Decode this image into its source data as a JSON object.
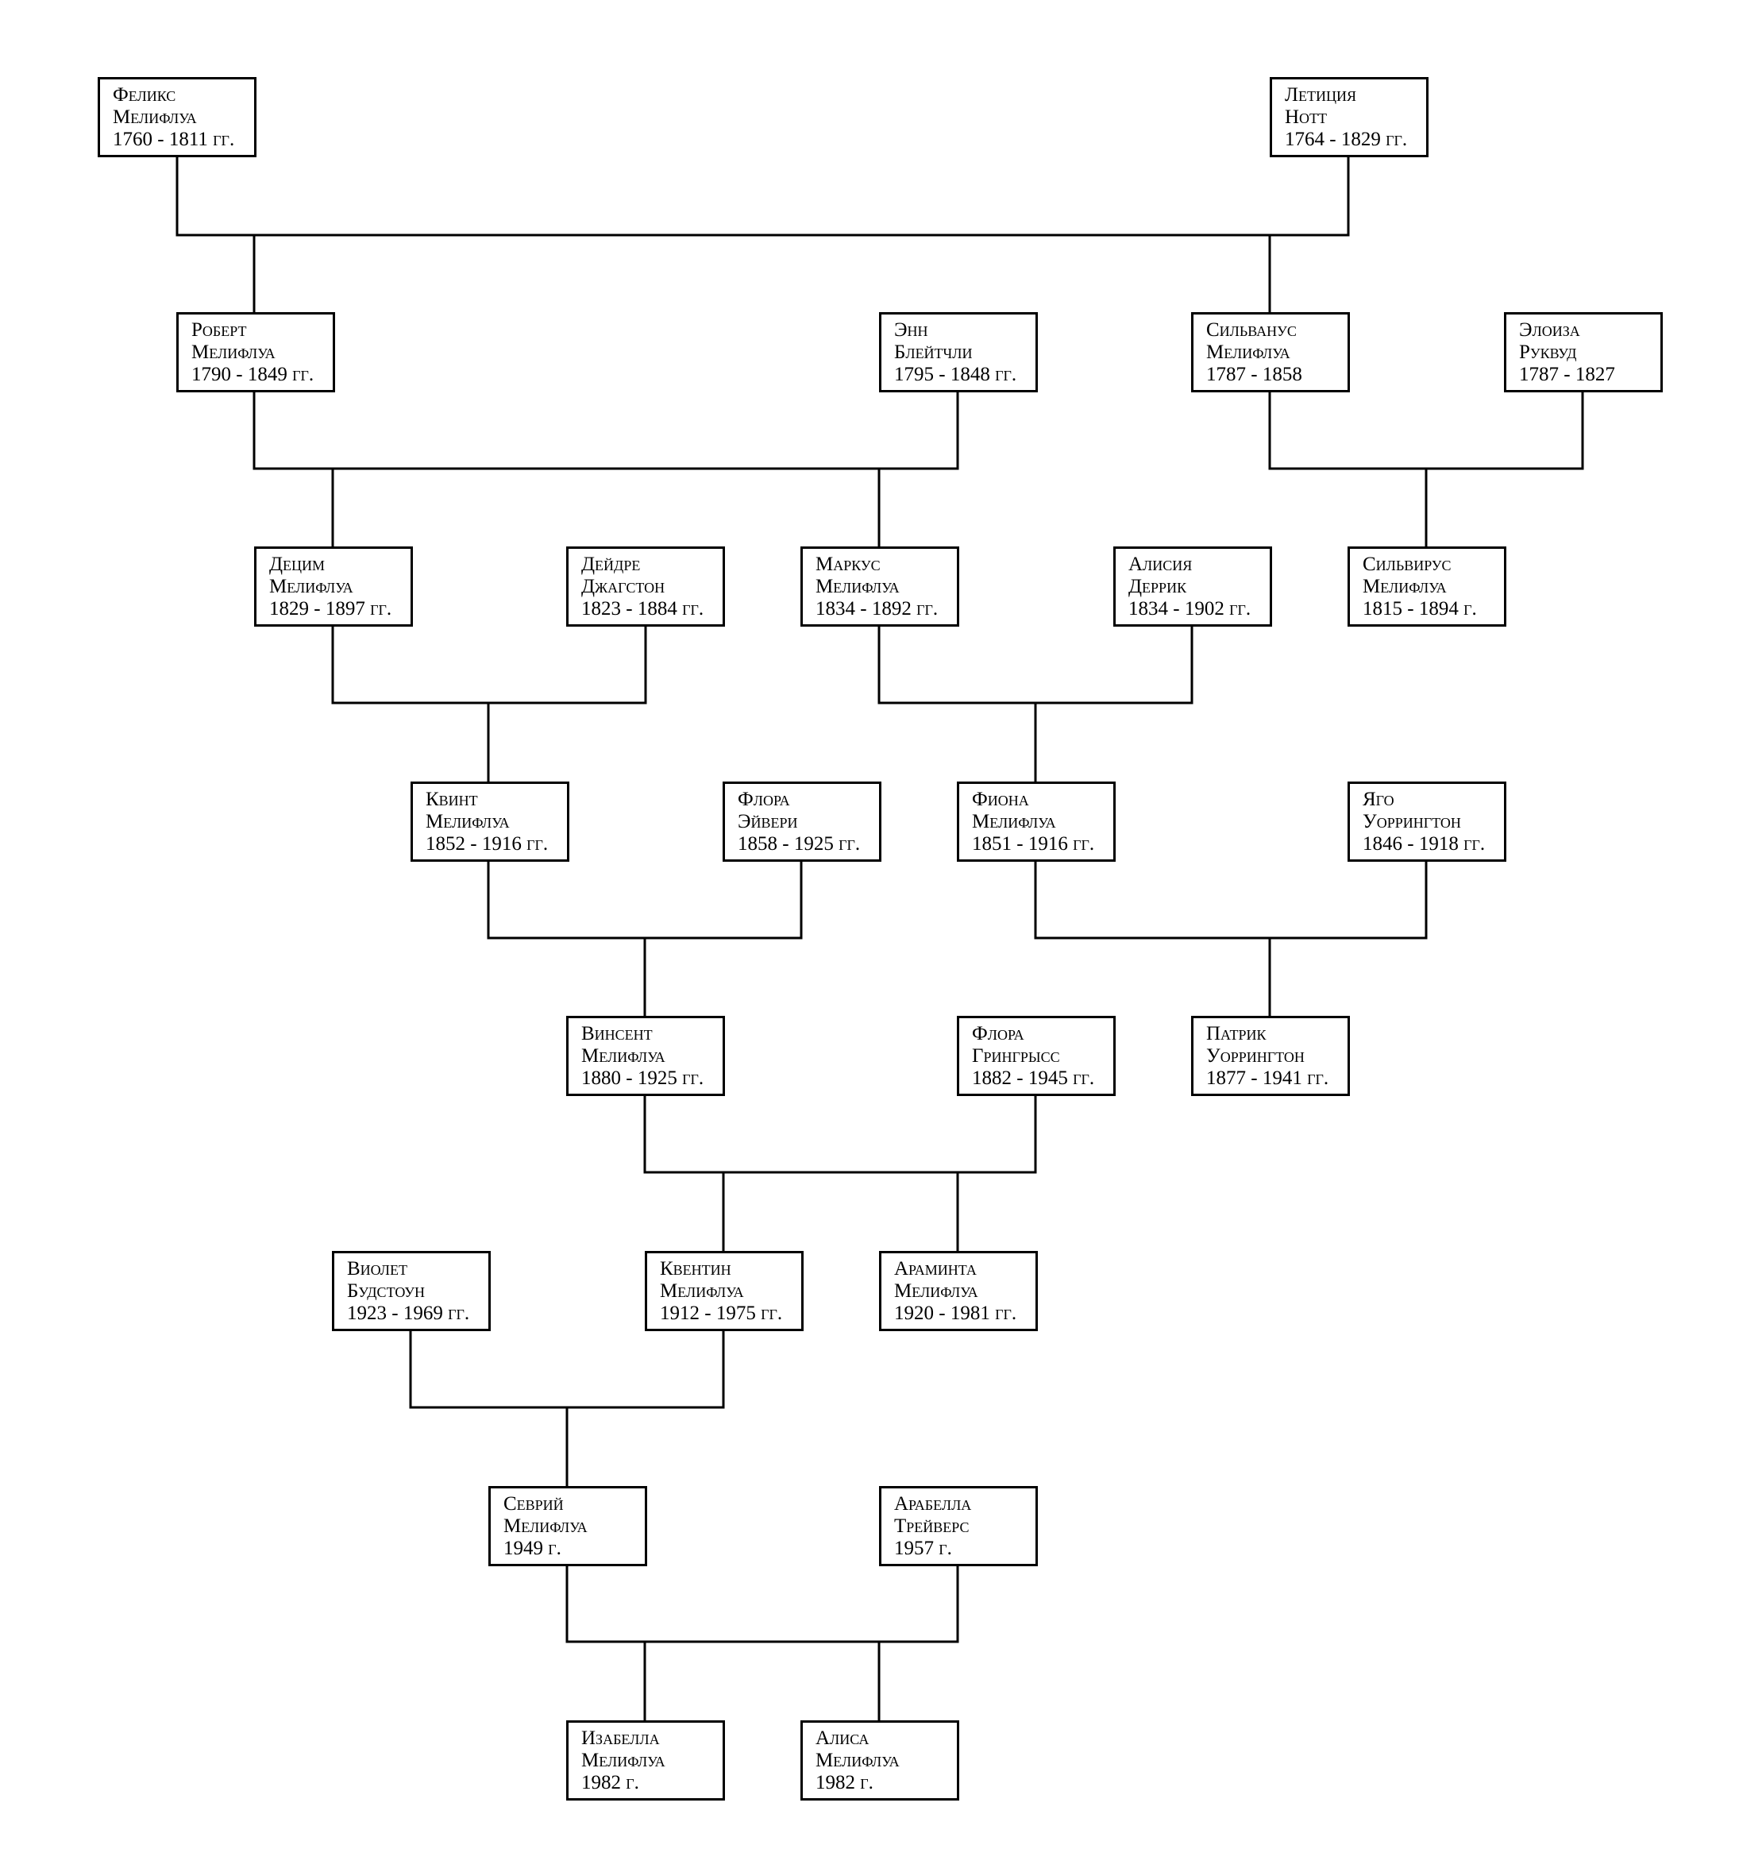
{
  "people": {
    "felix": {
      "first": "Феликс",
      "last": "Мелифлуа",
      "years": "1760 - 1811 гг."
    },
    "leticia": {
      "first": "Летиция",
      "last": "Нотт",
      "years": "1764 - 1829 гг."
    },
    "robert": {
      "first": "Роберт",
      "last": "Мелифлуа",
      "years": "1790 - 1849 гг."
    },
    "ann": {
      "first": "Энн",
      "last": "Блейтчли",
      "years": "1795 - 1848 гг."
    },
    "silvanus": {
      "first": "Сильванус",
      "last": "Мелифлуа",
      "years": "1787 - 1858"
    },
    "eloise": {
      "first": "Элоиза",
      "last": "Руквуд",
      "years": "1787 - 1827"
    },
    "decim": {
      "first": "Децим",
      "last": "Мелифлуа",
      "years": "1829 - 1897 гг."
    },
    "deidre": {
      "first": "Дейдре",
      "last": "Джагстон",
      "years": "1823 - 1884 гг."
    },
    "marcus": {
      "first": "Маркус",
      "last": "Мелифлуа",
      "years": "1834 - 1892 гг."
    },
    "alicia": {
      "first": "Алисия",
      "last": "Деррик",
      "years": "1834 - 1902 гг."
    },
    "silvirus": {
      "first": "Сильвирус",
      "last": "Мелифлуа",
      "years": "1815 - 1894 г."
    },
    "quint": {
      "first": "Квинт",
      "last": "Мелифлуа",
      "years": "1852 - 1916 гг."
    },
    "flora_a": {
      "first": "Флора",
      "last": "Эйвери",
      "years": "1858 - 1925 гг."
    },
    "fiona": {
      "first": "Фиона",
      "last": "Мелифлуа",
      "years": "1851 - 1916 гг."
    },
    "iago": {
      "first": "Яго",
      "last": "Уоррингтон",
      "years": "1846 - 1918 гг."
    },
    "vincent": {
      "first": "Винсент",
      "last": "Мелифлуа",
      "years": "1880 - 1925 гг."
    },
    "flora_g": {
      "first": "Флора",
      "last": "Грингрысс",
      "years": "1882 - 1945 гг."
    },
    "patrick": {
      "first": "Патрик",
      "last": "Уоррингтон",
      "years": "1877 - 1941 гг."
    },
    "violet": {
      "first": "Виолет",
      "last": "Будстоун",
      "years": "1923 - 1969 гг."
    },
    "quentin": {
      "first": "Квентин",
      "last": "Мелифлуа",
      "years": "1912 - 1975 гг."
    },
    "araminta": {
      "first": "Араминта",
      "last": "Мелифлуа",
      "years": "1920 - 1981 гг."
    },
    "sevry": {
      "first": "Севрий",
      "last": "Мелифлуа",
      "years": "1949 г."
    },
    "arabella": {
      "first": "Арабелла",
      "last": "Трейверс",
      "years": "1957 г."
    },
    "isabella": {
      "first": "Изабелла",
      "last": "Мелифлуа",
      "years": "1982 г."
    },
    "alisa": {
      "first": "Алиса",
      "last": "Мелифлуа",
      "years": "1982 г."
    }
  }
}
